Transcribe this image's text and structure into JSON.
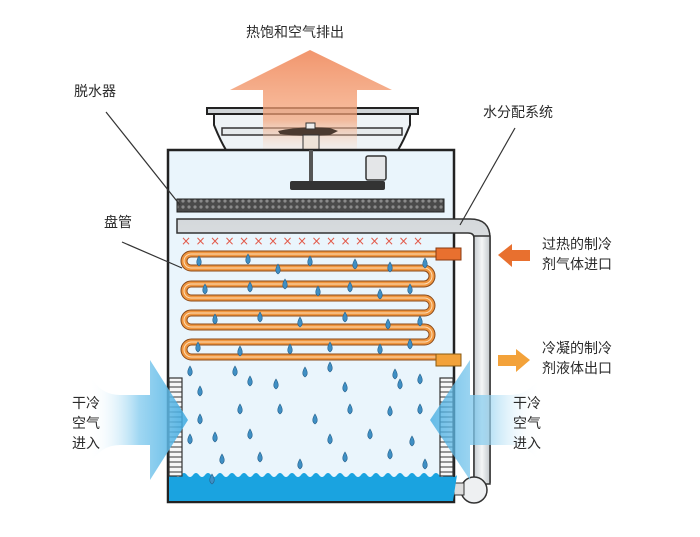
{
  "title": "闭式冷却塔工作原理",
  "labels": {
    "exhaust": "热饱和空气排出",
    "eliminator": "脱水器",
    "water_distribution": "水分配系统",
    "coil": "盘管",
    "inlet_line1": "过热的制冷",
    "inlet_line2": "剂气体进口",
    "outlet_line1": "冷凝的制冷",
    "outlet_line2": "剂液体出口",
    "air_in_left": [
      "干冷",
      "空气",
      "进入"
    ],
    "air_in_right": [
      "干冷",
      "空气",
      "进入"
    ]
  },
  "colors": {
    "hot_air": "#f08a5d",
    "cold_air": "#4fb3e6",
    "coil": "#e8893a",
    "water": "#1aa3e0",
    "spray_x": "#e25a4a",
    "casing_fill": "#eaf5fc",
    "outline": "#222222"
  }
}
